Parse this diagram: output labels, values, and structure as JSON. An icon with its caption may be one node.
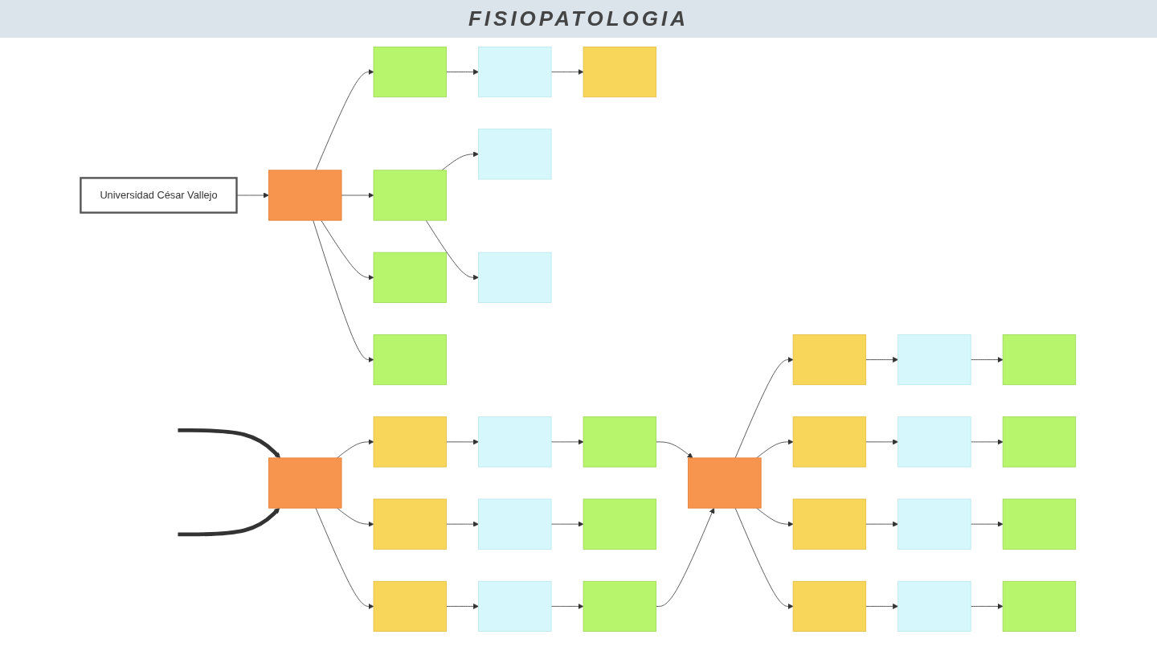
{
  "diagram": {
    "title": "FISIOPATOLOGIA",
    "nodes": [
      {
        "text": [
          "Universidad César Vallejo"
        ]
      },
      {
        "text": [],
        "shape": "box"
      },
      {
        "text": [],
        "shape": "box"
      },
      {
        "text": [],
        "shape": "box"
      },
      {
        "text": [],
        "shape": "box"
      },
      {
        "text": [],
        "shape": "box"
      },
      {
        "text": [],
        "shape": "box"
      },
      {
        "text": [],
        "shape": "box"
      },
      {
        "text": [],
        "shape": "box"
      },
      {
        "text": [],
        "shape": "box"
      },
      {
        "text": [],
        "shape": "box"
      },
      {
        "text": [],
        "shape": "box"
      },
      {
        "text": [],
        "shape": "box"
      },
      {
        "text": [],
        "shape": "box"
      },
      {
        "text": [],
        "shape": "box"
      },
      {
        "text": [],
        "shape": "box"
      },
      {
        "text": [],
        "shape": "box"
      },
      {
        "text": [],
        "shape": "box"
      },
      {
        "text": [],
        "shape": "box"
      },
      {
        "text": [],
        "shape": "box"
      },
      {
        "text": [],
        "shape": "box"
      },
      {
        "text": [],
        "shape": "box"
      },
      {
        "text": [],
        "shape": "box"
      },
      {
        "text": [],
        "shape": "box"
      },
      {
        "text": [],
        "shape": "box"
      },
      {
        "text": [],
        "shape": "box"
      },
      {
        "text": [],
        "shape": "box"
      },
      {
        "text": [],
        "shape": "box"
      },
      {
        "text": [],
        "shape": "box"
      },
      {
        "text": [],
        "shape": "box"
      },
      {
        "text": [],
        "shape": "box"
      },
      {
        "text": [],
        "shape": "box"
      },
      {
        "text": [],
        "shape": "box"
      }
    ],
    "edges": [
      {
        "from": 0,
        "to": 1,
        "arrow": "to"
      },
      {
        "from": 1,
        "to": 2,
        "arrow": "to"
      },
      {
        "from": 1,
        "to": 3,
        "arrow": "to"
      },
      {
        "from": 1,
        "to": 4,
        "arrow": "to"
      },
      {
        "from": 1,
        "to": 5,
        "arrow": "to"
      },
      {
        "from": 2,
        "to": 6,
        "arrow": "to"
      },
      {
        "from": 6,
        "to": 7,
        "arrow": "to"
      },
      {
        "from": 3,
        "to": 8,
        "arrow": "to"
      },
      {
        "from": 3,
        "to": 9,
        "arrow": "to"
      },
      {
        "from": null,
        "to": 10,
        "arrow": "to",
        "style": "thick"
      },
      {
        "from": null,
        "to": 10,
        "arrow": "to",
        "style": "thick"
      },
      {
        "from": 10,
        "to": 11,
        "arrow": "to"
      },
      {
        "from": 10,
        "to": 12,
        "arrow": "to"
      },
      {
        "from": 10,
        "to": 13,
        "arrow": "to"
      },
      {
        "from": 11,
        "to": 14,
        "arrow": "to"
      },
      {
        "from": 14,
        "to": 17,
        "arrow": "to"
      },
      {
        "from": 12,
        "to": 15,
        "arrow": "to"
      },
      {
        "from": 15,
        "to": 18,
        "arrow": "to"
      },
      {
        "from": 13,
        "to": 16,
        "arrow": "to"
      },
      {
        "from": 16,
        "to": 19,
        "arrow": "to"
      },
      {
        "from": 17,
        "to": 20,
        "arrow": "to"
      },
      {
        "from": 19,
        "to": 20,
        "arrow": "to"
      },
      {
        "from": 20,
        "to": 21,
        "arrow": "to"
      },
      {
        "from": 20,
        "to": 22,
        "arrow": "to"
      },
      {
        "from": 20,
        "to": 23,
        "arrow": "to"
      },
      {
        "from": 20,
        "to": 24,
        "arrow": "to"
      },
      {
        "from": 21,
        "to": 25,
        "arrow": "to"
      },
      {
        "from": 25,
        "to": 29,
        "arrow": "to"
      },
      {
        "from": 22,
        "to": 26,
        "arrow": "to"
      },
      {
        "from": 26,
        "to": 30,
        "arrow": "to"
      },
      {
        "from": 23,
        "to": 27,
        "arrow": "to"
      },
      {
        "from": 27,
        "to": 31,
        "arrow": "to"
      },
      {
        "from": 24,
        "to": 28,
        "arrow": "to"
      },
      {
        "from": 28,
        "to": 32,
        "arrow": "to"
      }
    ]
  }
}
